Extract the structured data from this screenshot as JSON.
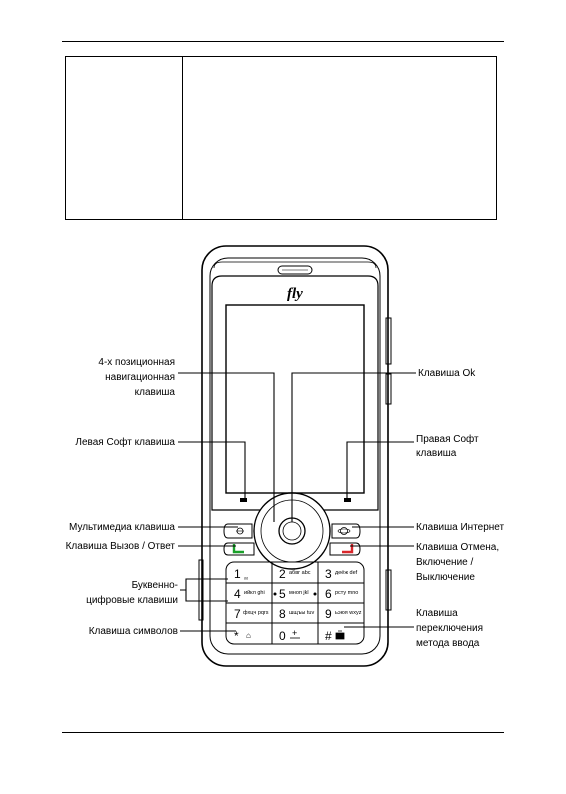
{
  "labels": {
    "nav_key": [
      "4-х позиционная",
      "навигационная",
      "клавиша"
    ],
    "ok_key": "Клавиша Ok",
    "left_soft": "Левая Софт клавиша",
    "right_soft": [
      "Правая Софт",
      "клавиша"
    ],
    "multimedia": "Мультимедиа клавиша",
    "internet": "Клавиша Интернет",
    "call": "Клавиша Вызов / Ответ",
    "end": [
      "Клавиша Отмена,",
      "Включение /",
      "Выключение"
    ],
    "alnum": [
      "Буквенно-",
      "цифровые клавиши"
    ],
    "symbols": "Клавиша символов",
    "input_method": [
      "Клавиша",
      "переключения",
      "метода ввода"
    ]
  },
  "phone": {
    "logo": "fly",
    "keys": [
      {
        "digit": "1",
        "sub": "ₒₒ"
      },
      {
        "digit": "2",
        "sub": "aбвг abc"
      },
      {
        "digit": "3",
        "sub": "деёж def"
      },
      {
        "digit": "4",
        "sub": "ийкл ghi"
      },
      {
        "digit": "5",
        "sub": "мноп jkl"
      },
      {
        "digit": "6",
        "sub": "рстy mno"
      },
      {
        "digit": "7",
        "sub": "фхцч pqrs"
      },
      {
        "digit": "8",
        "sub": "шщъы tuv"
      },
      {
        "digit": "9",
        "sub": "ьэюя wxyz"
      },
      {
        "digit": "*",
        "sub": "⌂"
      },
      {
        "digit": "0",
        "sub": "+"
      },
      {
        "digit": "#",
        "sub": ""
      }
    ]
  },
  "colors": {
    "call_key": "#1aa02a",
    "end_key": "#d8262a"
  }
}
